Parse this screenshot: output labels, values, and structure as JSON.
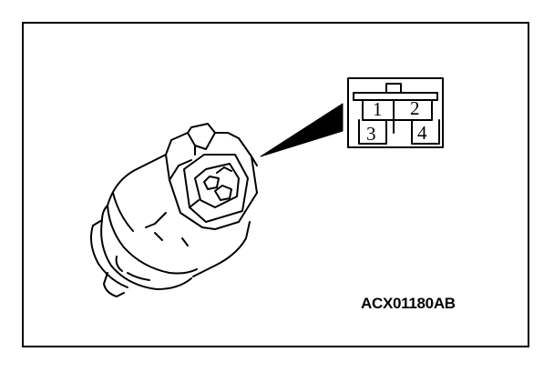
{
  "connector": {
    "pins": [
      {
        "label": "1"
      },
      {
        "label": "2"
      },
      {
        "label": "3"
      },
      {
        "label": "4"
      }
    ]
  },
  "figure": {
    "code": "ACX01180AB"
  },
  "colors": {
    "ink": "#000000",
    "paper": "#ffffff"
  }
}
